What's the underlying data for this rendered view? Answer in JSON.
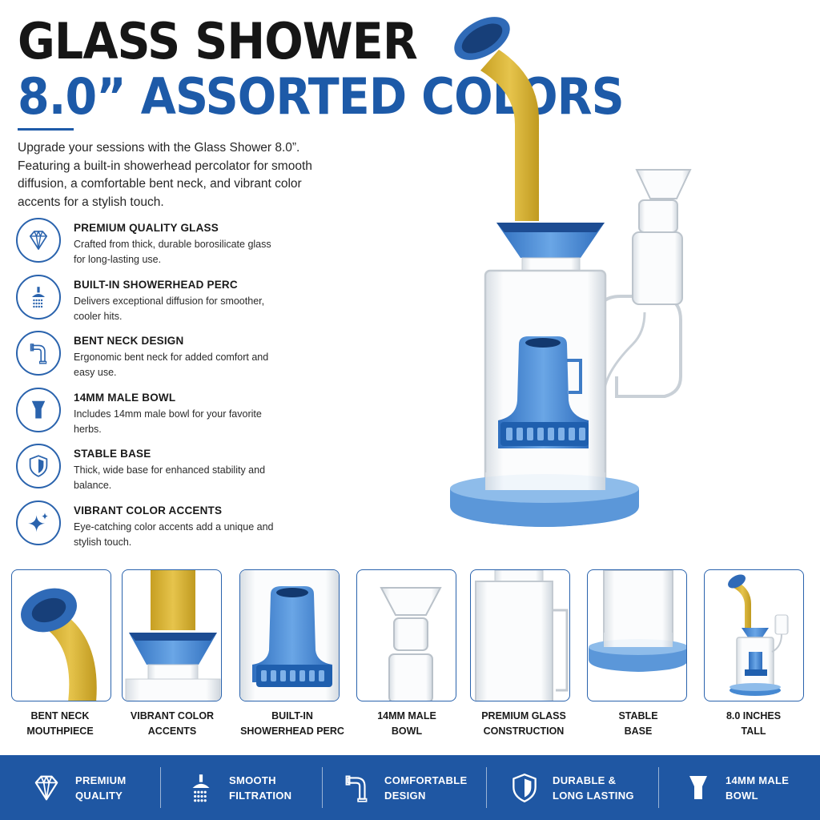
{
  "header": {
    "title_line1": "GLASS SHOWER",
    "title_line2": "8.0” ASSORTED COLORS",
    "intro": "Upgrade your sessions with the Glass Shower 8.0”. Featuring a built-in showerhead percolator for smooth diffusion, a comfortable bent neck, and vibrant color accents for a stylish touch."
  },
  "features": [
    {
      "icon": "diamond-icon",
      "name": "PREMIUM QUALITY GLASS",
      "desc": "Crafted from thick, durable borosilicate glass for long-lasting use."
    },
    {
      "icon": "showerhead-icon",
      "name": "BUILT-IN SHOWERHEAD PERC",
      "desc": "Delivers exceptional diffusion for smoother, cooler hits."
    },
    {
      "icon": "bent-neck-icon",
      "name": "BENT NECK DESIGN",
      "desc": "Ergonomic bent neck for added comfort and easy use."
    },
    {
      "icon": "bowl-icon",
      "name": "14MM MALE BOWL",
      "desc": "Includes 14mm male bowl for your favorite herbs."
    },
    {
      "icon": "shield-icon",
      "name": "STABLE BASE",
      "desc": "Thick, wide base for enhanced stability and balance."
    },
    {
      "icon": "sparkle-icon",
      "name": "VIBRANT COLOR ACCENTS",
      "desc": "Eye-catching color accents add a unique and stylish touch."
    }
  ],
  "thumbnails": [
    {
      "line1": "BENT NECK",
      "line2": "MOUTHPIECE"
    },
    {
      "line1": "VIBRANT COLOR",
      "line2": "ACCENTS"
    },
    {
      "line1": "BUILT-IN",
      "line2": "SHOWERHEAD PERC"
    },
    {
      "line1": "14MM MALE",
      "line2": "BOWL"
    },
    {
      "line1": "PREMIUM GLASS",
      "line2": "CONSTRUCTION"
    },
    {
      "line1": "STABLE",
      "line2": "BASE"
    },
    {
      "line1": "8.0 INCHES",
      "line2": "TALL"
    }
  ],
  "bottom_bar": [
    {
      "icon": "diamond-icon",
      "line1": "PREMIUM",
      "line2": "QUALITY"
    },
    {
      "icon": "showerhead-icon",
      "line1": "SMOOTH",
      "line2": "FILTRATION"
    },
    {
      "icon": "bent-neck-icon",
      "line1": "COMFORTABLE",
      "line2": "DESIGN"
    },
    {
      "icon": "shield-icon",
      "line1": "DURABLE &",
      "line2": "LONG LASTING"
    },
    {
      "icon": "bowl-icon",
      "line1": "14MM MALE",
      "line2": "BOWL"
    }
  ],
  "colors": {
    "brand_blue": "#1d5aa8",
    "bar_blue": "#1f57a3",
    "accent_yellow": "#d9b436",
    "accent_blue": "#3f86cf",
    "deep_blue": "#1f5fae"
  }
}
